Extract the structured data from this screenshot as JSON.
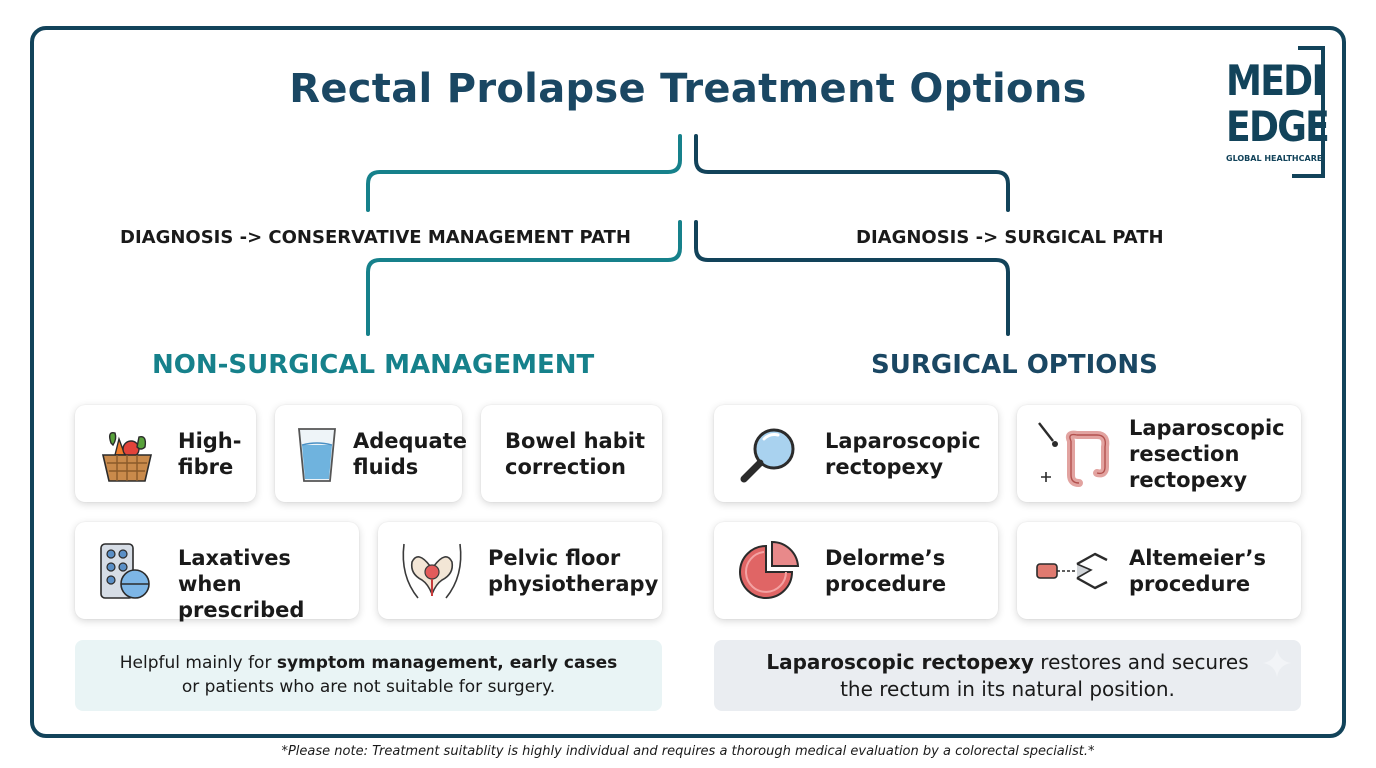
{
  "title": "Rectal Prolapse Treatment Options",
  "logo": {
    "line1": "MEDI",
    "line2": "EDGE",
    "tagline": "GLOBAL HEALTHCARE"
  },
  "paths": {
    "conservative": "DIAGNOSIS -> CONSERVATIVE MANAGEMENT PATH",
    "surgical": "DIAGNOSIS -> SURGICAL PATH"
  },
  "colors": {
    "teal": "#16818b",
    "navy": "#1a4763",
    "border": "#12435a"
  },
  "non_surgical": {
    "heading": "NON-SURGICAL MANAGEMENT",
    "items": [
      {
        "icon": "vegetable-basket-icon",
        "line1": "High-",
        "line2": "fibre"
      },
      {
        "icon": "water-glass-icon",
        "line1": "Adequate",
        "line2": "fluids"
      },
      {
        "icon": "",
        "line1": "Bowel habit",
        "line2": "correction"
      },
      {
        "icon": "pill-pack-icon",
        "line1": "Laxatives when",
        "line2": "prescribed"
      },
      {
        "icon": "pelvis-icon",
        "line1": "Pelvic floor",
        "line2": "physiotherapy"
      }
    ],
    "note": {
      "pre": "Helpful mainly for ",
      "bold": "symptom management, early cases",
      "line2": "or patients who are not suitable for surgery."
    }
  },
  "surgical": {
    "heading": "SURGICAL OPTIONS",
    "items": [
      {
        "icon": "magnifier-icon",
        "line1": "Laparoscopic",
        "line2": "rectopexy"
      },
      {
        "icon": "colon-instrument-icon",
        "line1": "Laparoscopic",
        "line2": "resection",
        "line3": "rectopexy"
      },
      {
        "icon": "tissue-section-icon",
        "line1": "Delorme’s",
        "line2": "procedure"
      },
      {
        "icon": "clamp-instrument-icon",
        "line1": "Altemeier’s",
        "line2": "procedure"
      }
    ],
    "note": {
      "bold": "Laparoscopic rectopexy",
      "rest": " restores and secures",
      "line2": "the rectum in its natural position."
    }
  },
  "footnote": "*Please note: Treatment suitablity is highly individual and requires a thorough medical evaluation by a colorectal specialist.*"
}
